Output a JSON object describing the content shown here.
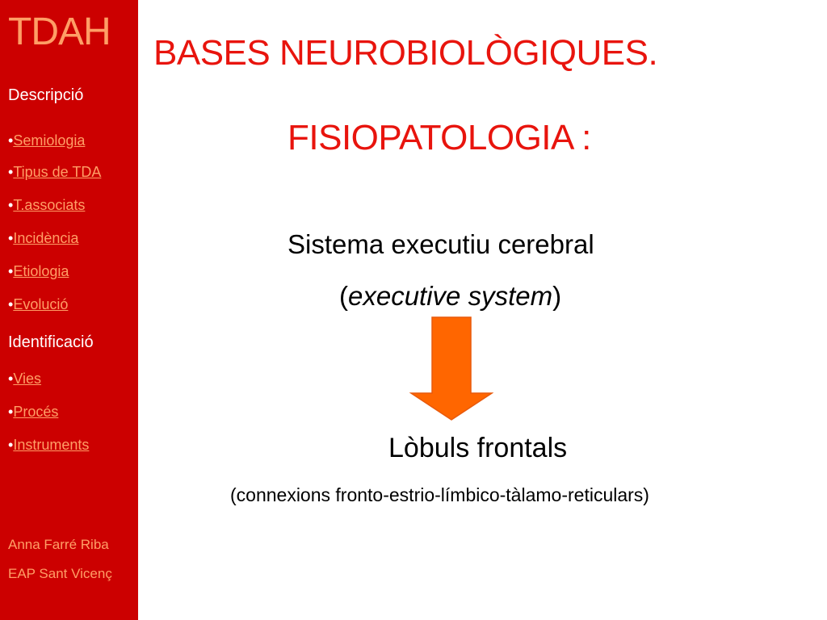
{
  "sidebar": {
    "title": "TDAH",
    "section1": {
      "heading": "Descripció",
      "items": [
        {
          "bullet": "•",
          "label": "Semiologia"
        },
        {
          "bullet": "•",
          "label": "Tipus de TDA"
        },
        {
          "bullet": "•",
          "label": "T.associats"
        },
        {
          "bullet": "•",
          "label": "Incidència"
        },
        {
          "bullet": "•",
          "label": "Etiologia"
        },
        {
          "bullet": "•",
          "label": "Evolució"
        }
      ]
    },
    "section2": {
      "heading": "Identificació",
      "items": [
        {
          "bullet": "•",
          "label": "Vies"
        },
        {
          "bullet": "•",
          "label": "Procés"
        },
        {
          "bullet": "•",
          "label": "Instruments"
        }
      ]
    },
    "footer": {
      "author": "Anna Farré Riba",
      "org": "EAP Sant Vicenç"
    }
  },
  "main": {
    "title": "BASES NEUROBIOLÒGIQUES.",
    "subtitle": "FISIOPATOLOGIA :",
    "system_line": "Sistema executiu cerebral",
    "exec_open": "(",
    "exec_italic": "executive system",
    "exec_close": ")",
    "lobes": "Lòbuls frontals",
    "connections": "(connexions fronto-estrio-límbico-tàlamo-reticulars)"
  },
  "colors": {
    "sidebar_bg": "#cc0000",
    "sidebar_link": "#ff9e66",
    "title_red": "#e8140d",
    "arrow_orange": "#ff6600",
    "arrow_stroke": "#e85a0c"
  },
  "icons": {
    "arrow": "down-arrow-icon"
  }
}
